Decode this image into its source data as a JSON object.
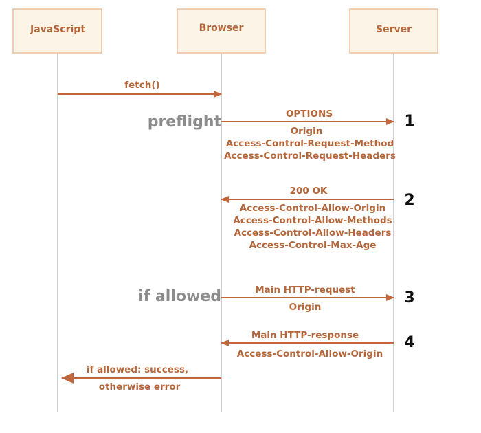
{
  "actors": {
    "javascript": "JavaScript",
    "browser": "Browser",
    "server": "Server"
  },
  "messages": {
    "fetch": "fetch()",
    "options": "OPTIONS",
    "origin_1": "Origin",
    "acr_method": "Access-Control-Request-Method",
    "acr_headers": "Access-Control-Request-Headers",
    "ok_200": "200 OK",
    "aca_origin_1": "Access-Control-Allow-Origin",
    "aca_methods": "Access-Control-Allow-Methods",
    "aca_headers": "Access-Control-Allow-Headers",
    "acm_age": "Access-Control-Max-Age",
    "main_request": "Main HTTP-request",
    "origin_2": "Origin",
    "main_response": "Main HTTP-response",
    "aca_origin_2": "Access-Control-Allow-Origin",
    "result_1": "if allowed: success,",
    "result_2": "otherwise error"
  },
  "phases": {
    "preflight": "preflight",
    "if_allowed": "if allowed"
  },
  "steps": {
    "s1": "1",
    "s2": "2",
    "s3": "3",
    "s4": "4"
  },
  "colors": {
    "accent": "#c4663c",
    "text_accent": "#b4673a",
    "box_fill": "#fdf4e8",
    "box_stroke": "#e8bf9a",
    "lifeline": "#bdbdbd",
    "phase_text": "#8c8c8c"
  }
}
